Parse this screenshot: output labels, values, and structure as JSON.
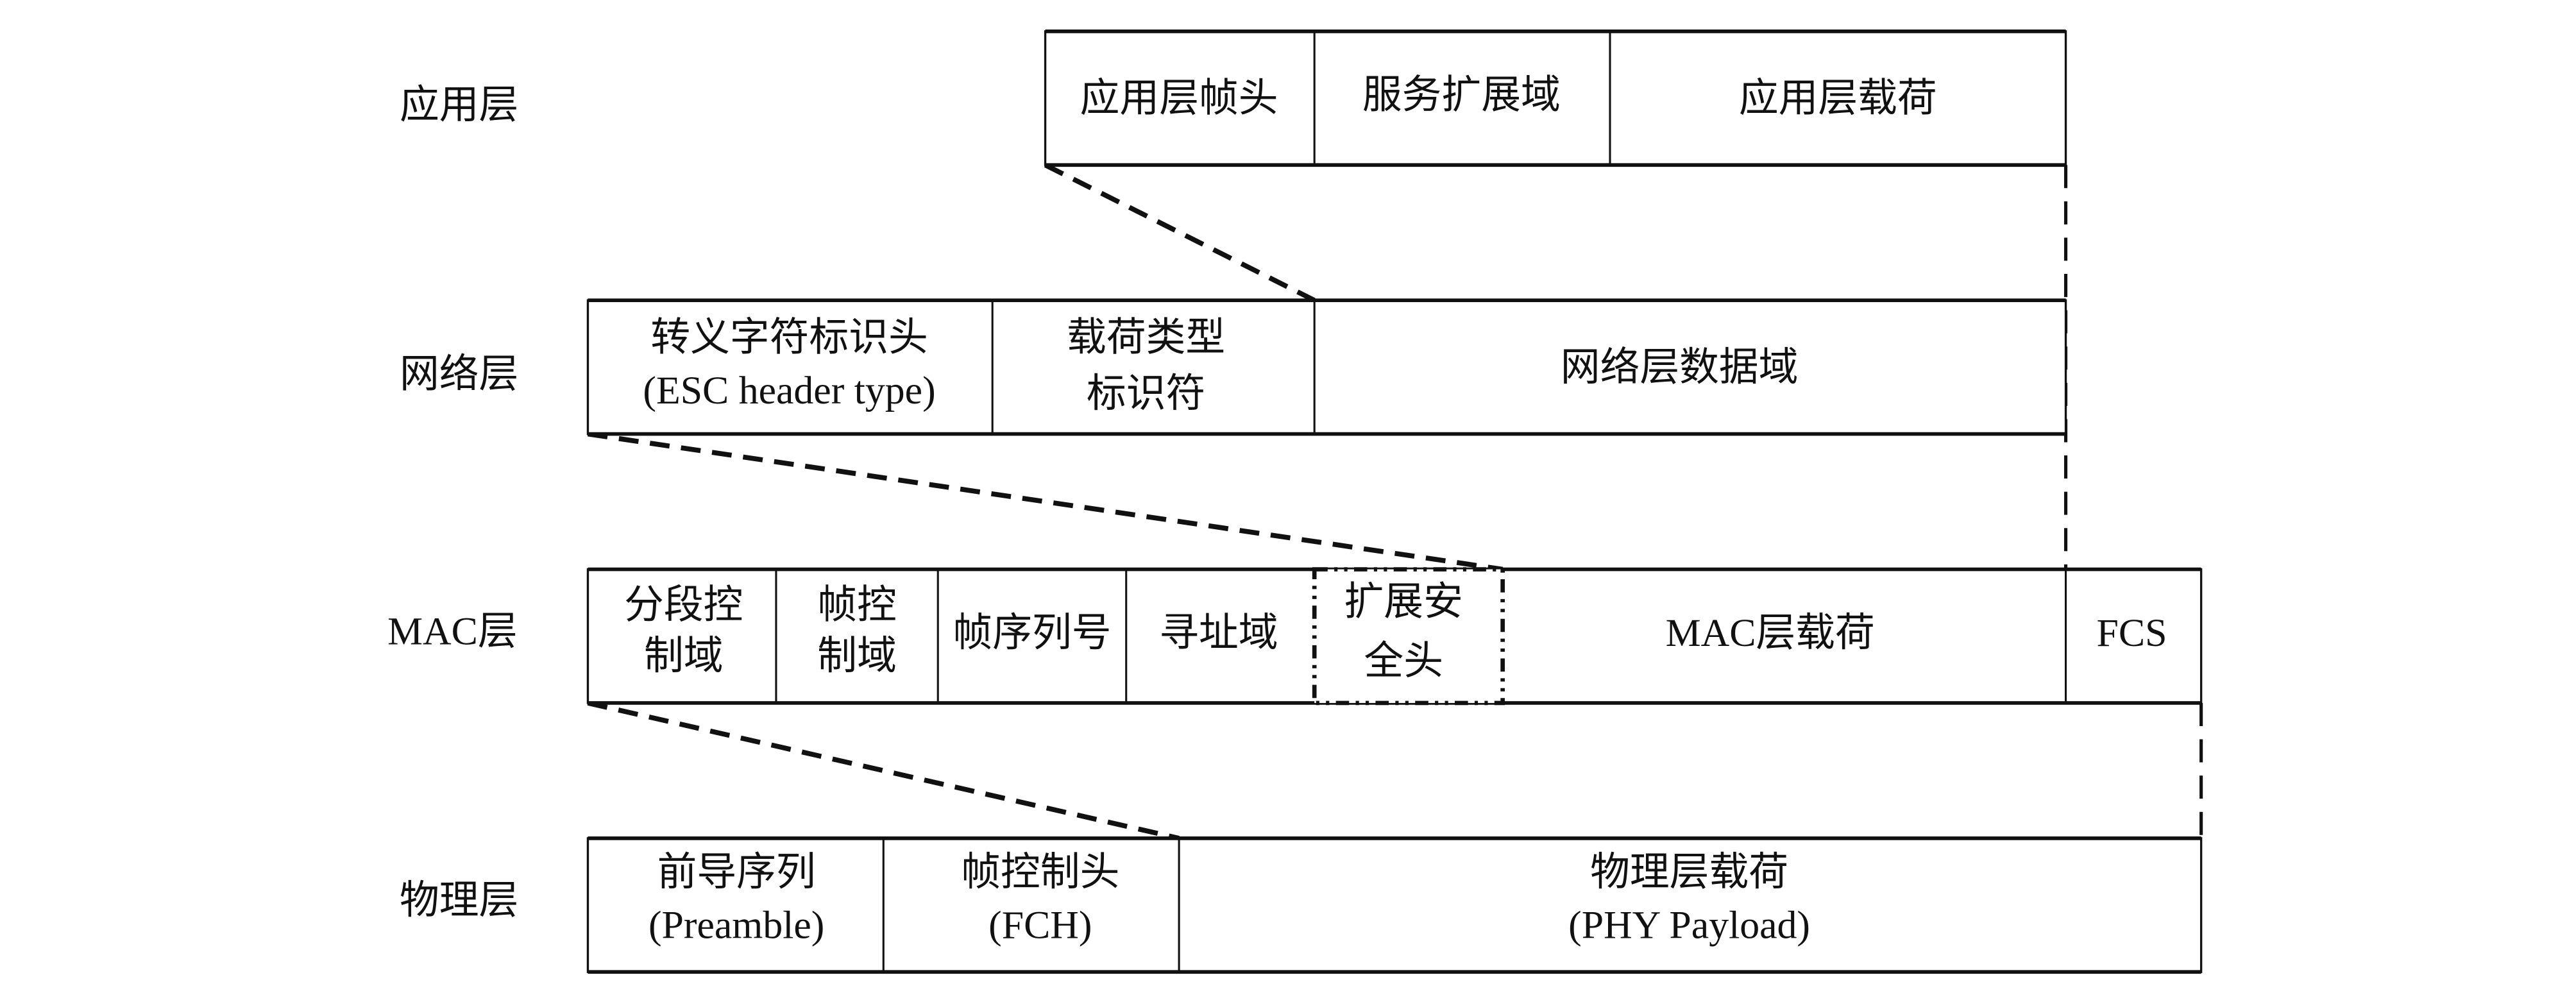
{
  "layers": {
    "application": {
      "label": "应用层",
      "fields": [
        "应用层帧头",
        "服务扩展域",
        "应用层载荷"
      ]
    },
    "network": {
      "label": "网络层",
      "fields": [
        {
          "line1": "转义字符标识头",
          "line2": "(ESC header type)"
        },
        {
          "line1": "载荷类型",
          "line2": "标识符"
        },
        {
          "line1": "网络层数据域",
          "line2": ""
        }
      ]
    },
    "mac": {
      "label": "MAC层",
      "fields": [
        {
          "line1": "分段控",
          "line2": "制域"
        },
        {
          "line1": "帧控",
          "line2": "制域"
        },
        {
          "line1": "帧序列号",
          "line2": ""
        },
        {
          "line1": "寻址域",
          "line2": ""
        },
        {
          "line1": "扩展安",
          "line2": "全头"
        },
        {
          "line1": "MAC层载荷",
          "line2": ""
        },
        {
          "line1": "FCS",
          "line2": ""
        }
      ]
    },
    "physical": {
      "label": "物理层",
      "fields": [
        {
          "line1": "前导序列",
          "line2": "(Preamble)"
        },
        {
          "line1": "帧控制头",
          "line2": "(FCH)"
        },
        {
          "line1": "物理层载荷",
          "line2": "(PHY Payload)"
        }
      ]
    }
  }
}
